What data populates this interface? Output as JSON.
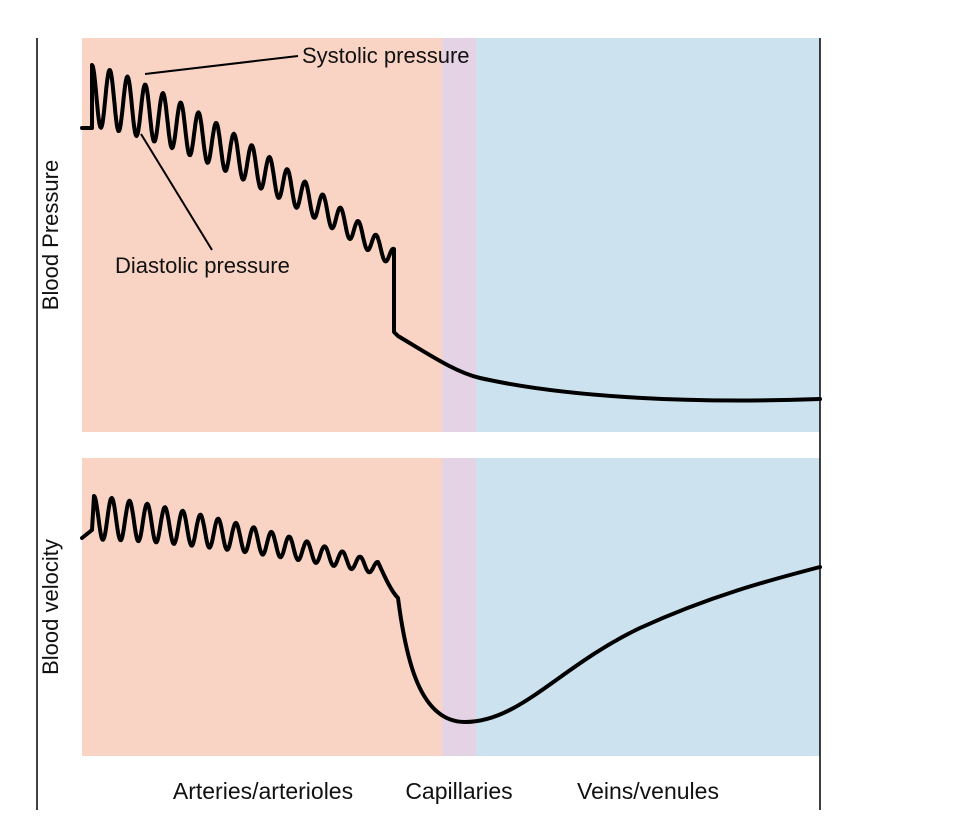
{
  "figure": {
    "y_label_top": "Blood Pressure",
    "y_label_bottom": "Blood velocity",
    "regions": [
      {
        "label": "Arteries/arterioles",
        "color": "#f9d3c3"
      },
      {
        "label": "Capillaries",
        "color": "#e4d3e5"
      },
      {
        "label": "Veins/venules",
        "color": "#cce2ee"
      }
    ],
    "annotations": {
      "systolic": "Systolic pressure",
      "diastolic": "Diastolic pressure"
    },
    "line_color": "#000000"
  }
}
